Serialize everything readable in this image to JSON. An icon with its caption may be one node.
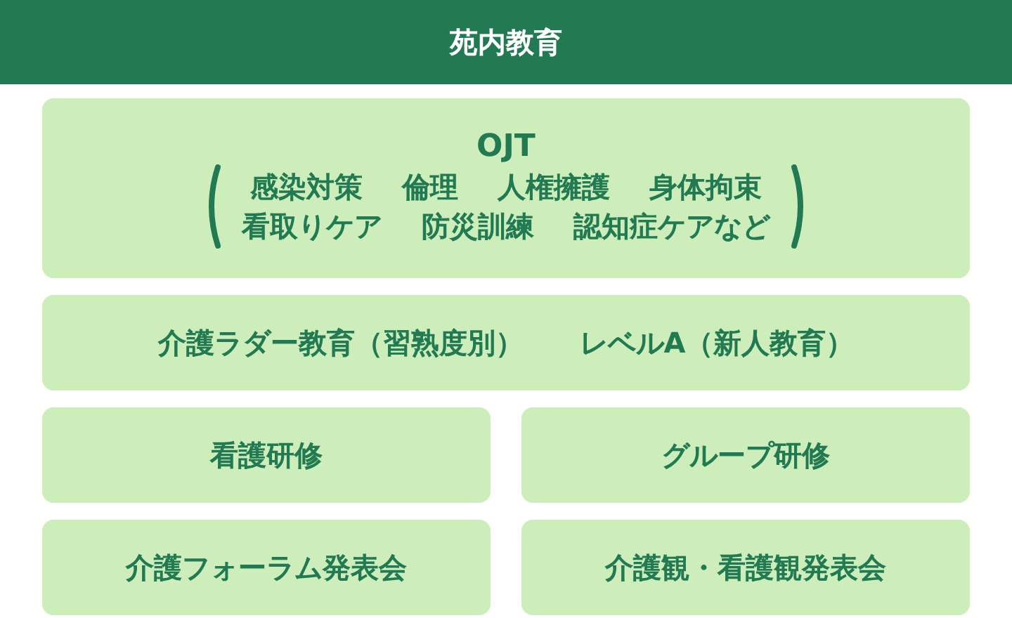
{
  "diagram": {
    "nodes": [
      {
        "text": [
          "苑内教育"
        ]
      },
      {
        "text": [
          "OJT",
          "感染対策 倫理 人権擁護 身体拘束",
          "看取りケア 防災訓練 認知症ケアなど"
        ]
      },
      {
        "text": [
          "介護ラダー教育（習熟度別）",
          "レベルA（新人教育）"
        ]
      },
      {
        "text": [
          "看護研修"
        ]
      },
      {
        "text": [
          "グループ研修"
        ]
      },
      {
        "text": [
          "介護フォーラム発表会"
        ]
      },
      {
        "text": [
          "介護観・看護観発表会"
        ]
      }
    ]
  }
}
